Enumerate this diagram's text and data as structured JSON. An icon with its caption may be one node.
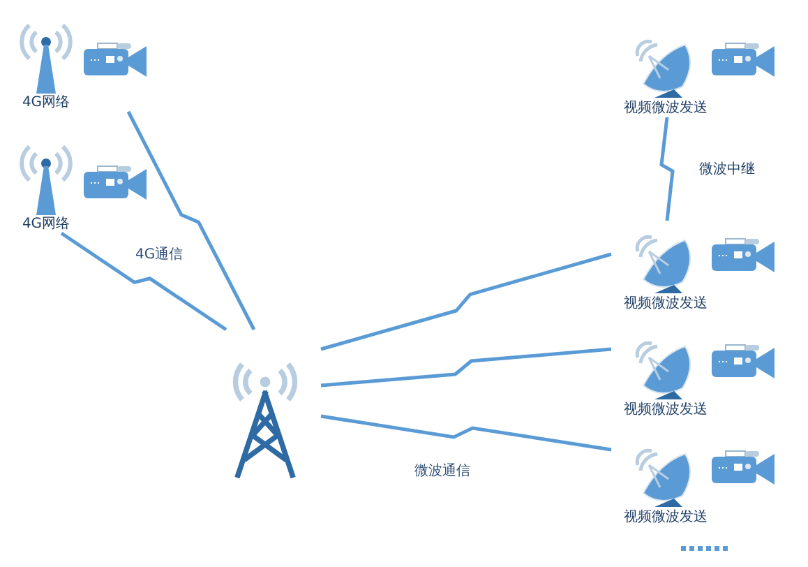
{
  "diagram": {
    "nodes": [
      {
        "text": [
          "4G网络"
        ]
      },
      {
        "text": [
          "4G网络"
        ]
      },
      {
        "text": [],
        "shape": "picture"
      },
      {
        "text": [
          "视频微波发送"
        ]
      },
      {
        "text": [
          "视频微波发送"
        ]
      },
      {
        "text": [
          "视频微波发送"
        ]
      },
      {
        "text": [
          "视频微波发送"
        ]
      }
    ],
    "edges": [
      {
        "from": 0,
        "to": 2,
        "arrow": "none"
      },
      {
        "from": 1,
        "to": 2,
        "arrow": "none"
      },
      {
        "from": 2,
        "to": 4,
        "arrow": "none"
      },
      {
        "from": 2,
        "to": 5,
        "arrow": "none"
      },
      {
        "from": 2,
        "to": 6,
        "arrow": "none"
      },
      {
        "from": 3,
        "to": 4,
        "arrow": "none",
        "label": "微波中继"
      }
    ],
    "labels": [
      "4G通信",
      "微波通信"
    ]
  }
}
